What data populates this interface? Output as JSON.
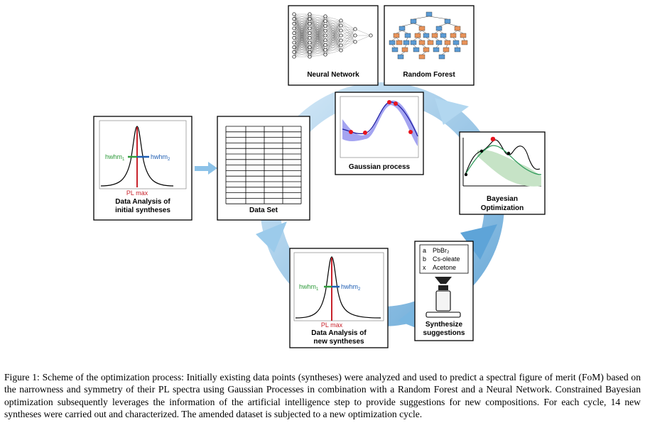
{
  "figure": {
    "box_labels": {
      "neural_network": "Neural Network",
      "random_forest": "Random Forest",
      "gaussian_process": "Gaussian process",
      "bayesian_line1": "Bayesian",
      "bayesian_line2": "Optimization",
      "data_set": "Data Set",
      "initial_line1": "Data Analysis of",
      "initial_line2": "initial syntheses",
      "new_line1": "Data Analysis of",
      "new_line2": "new syntheses",
      "synth_line1": "Synthesize",
      "synth_line2": "suggestions"
    },
    "pl_labels": {
      "pl_max": "PL max",
      "hwhm1_base": "hwhm",
      "hwhm1_sub": "1",
      "hwhm2_base": "hwhm",
      "hwhm2_sub": "2"
    },
    "synthesis_list": [
      {
        "key": "a",
        "value": "PbBr₂"
      },
      {
        "key": "b",
        "value": "Cs-oleate"
      },
      {
        "key": "x",
        "value": "Acetone"
      }
    ],
    "colors": {
      "cycle_arrow": "#6fb0dc",
      "pl_max": "#c8232c",
      "hwhm1": "#2e9a3a",
      "hwhm2": "#1f5fb4",
      "gp_band": "#5a5ae6",
      "gp_points": "#e8141e",
      "bo_band": "#c6e3c6",
      "bo_mean": "#2e9a5a",
      "rf_orange": "#e8935a",
      "rf_blue": "#5b9bd5"
    }
  },
  "caption": "Figure 1: Scheme of the optimization process: Initially existing data points (syntheses) were analyzed and used to predict a spectral figure of merit (FoM) based on the narrowness and symmetry of their PL spectra using Gaussian Processes in combination with a Random Forest and a Neural Network. Constrained Bayesian optimization subsequently leverages the information of the artificial intelligence step to provide suggestions for new compositions. For each cycle, 14 new syntheses were carried out and characterized. The amended dataset is subjected to a new optimization cycle."
}
